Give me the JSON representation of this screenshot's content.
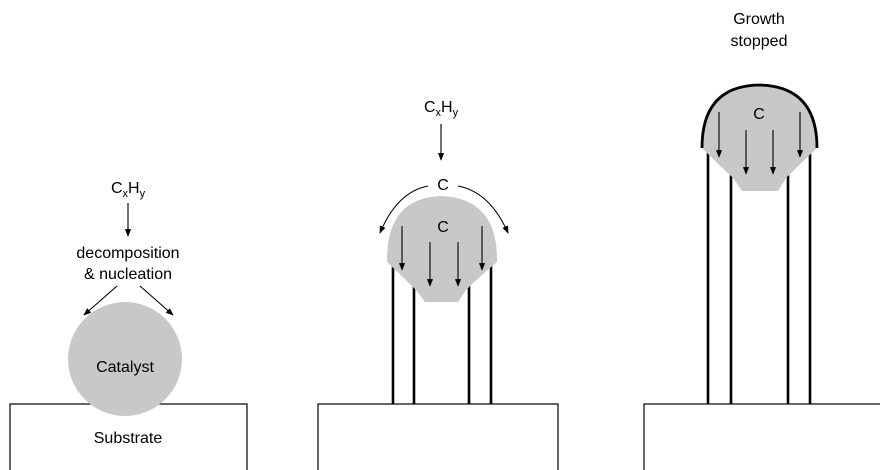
{
  "stage1": {
    "precursor": {
      "main1": "C",
      "sub1": "x",
      "main2": "H",
      "sub2": "y"
    },
    "process_line1": "decomposition",
    "process_line2": "& nucleation",
    "catalyst_label": "Catalyst",
    "substrate_label": "Substrate"
  },
  "stage2": {
    "precursor": {
      "main1": "C",
      "sub1": "x",
      "main2": "H",
      "sub2": "y"
    },
    "carbon_outer": "C",
    "carbon_inner": "C"
  },
  "stage3": {
    "status_line1": "Growth",
    "status_line2": "stopped",
    "carbon_inner": "C"
  },
  "colors": {
    "catalyst": "#c8c8c8",
    "line": "#000000",
    "background": "#ffffff"
  }
}
